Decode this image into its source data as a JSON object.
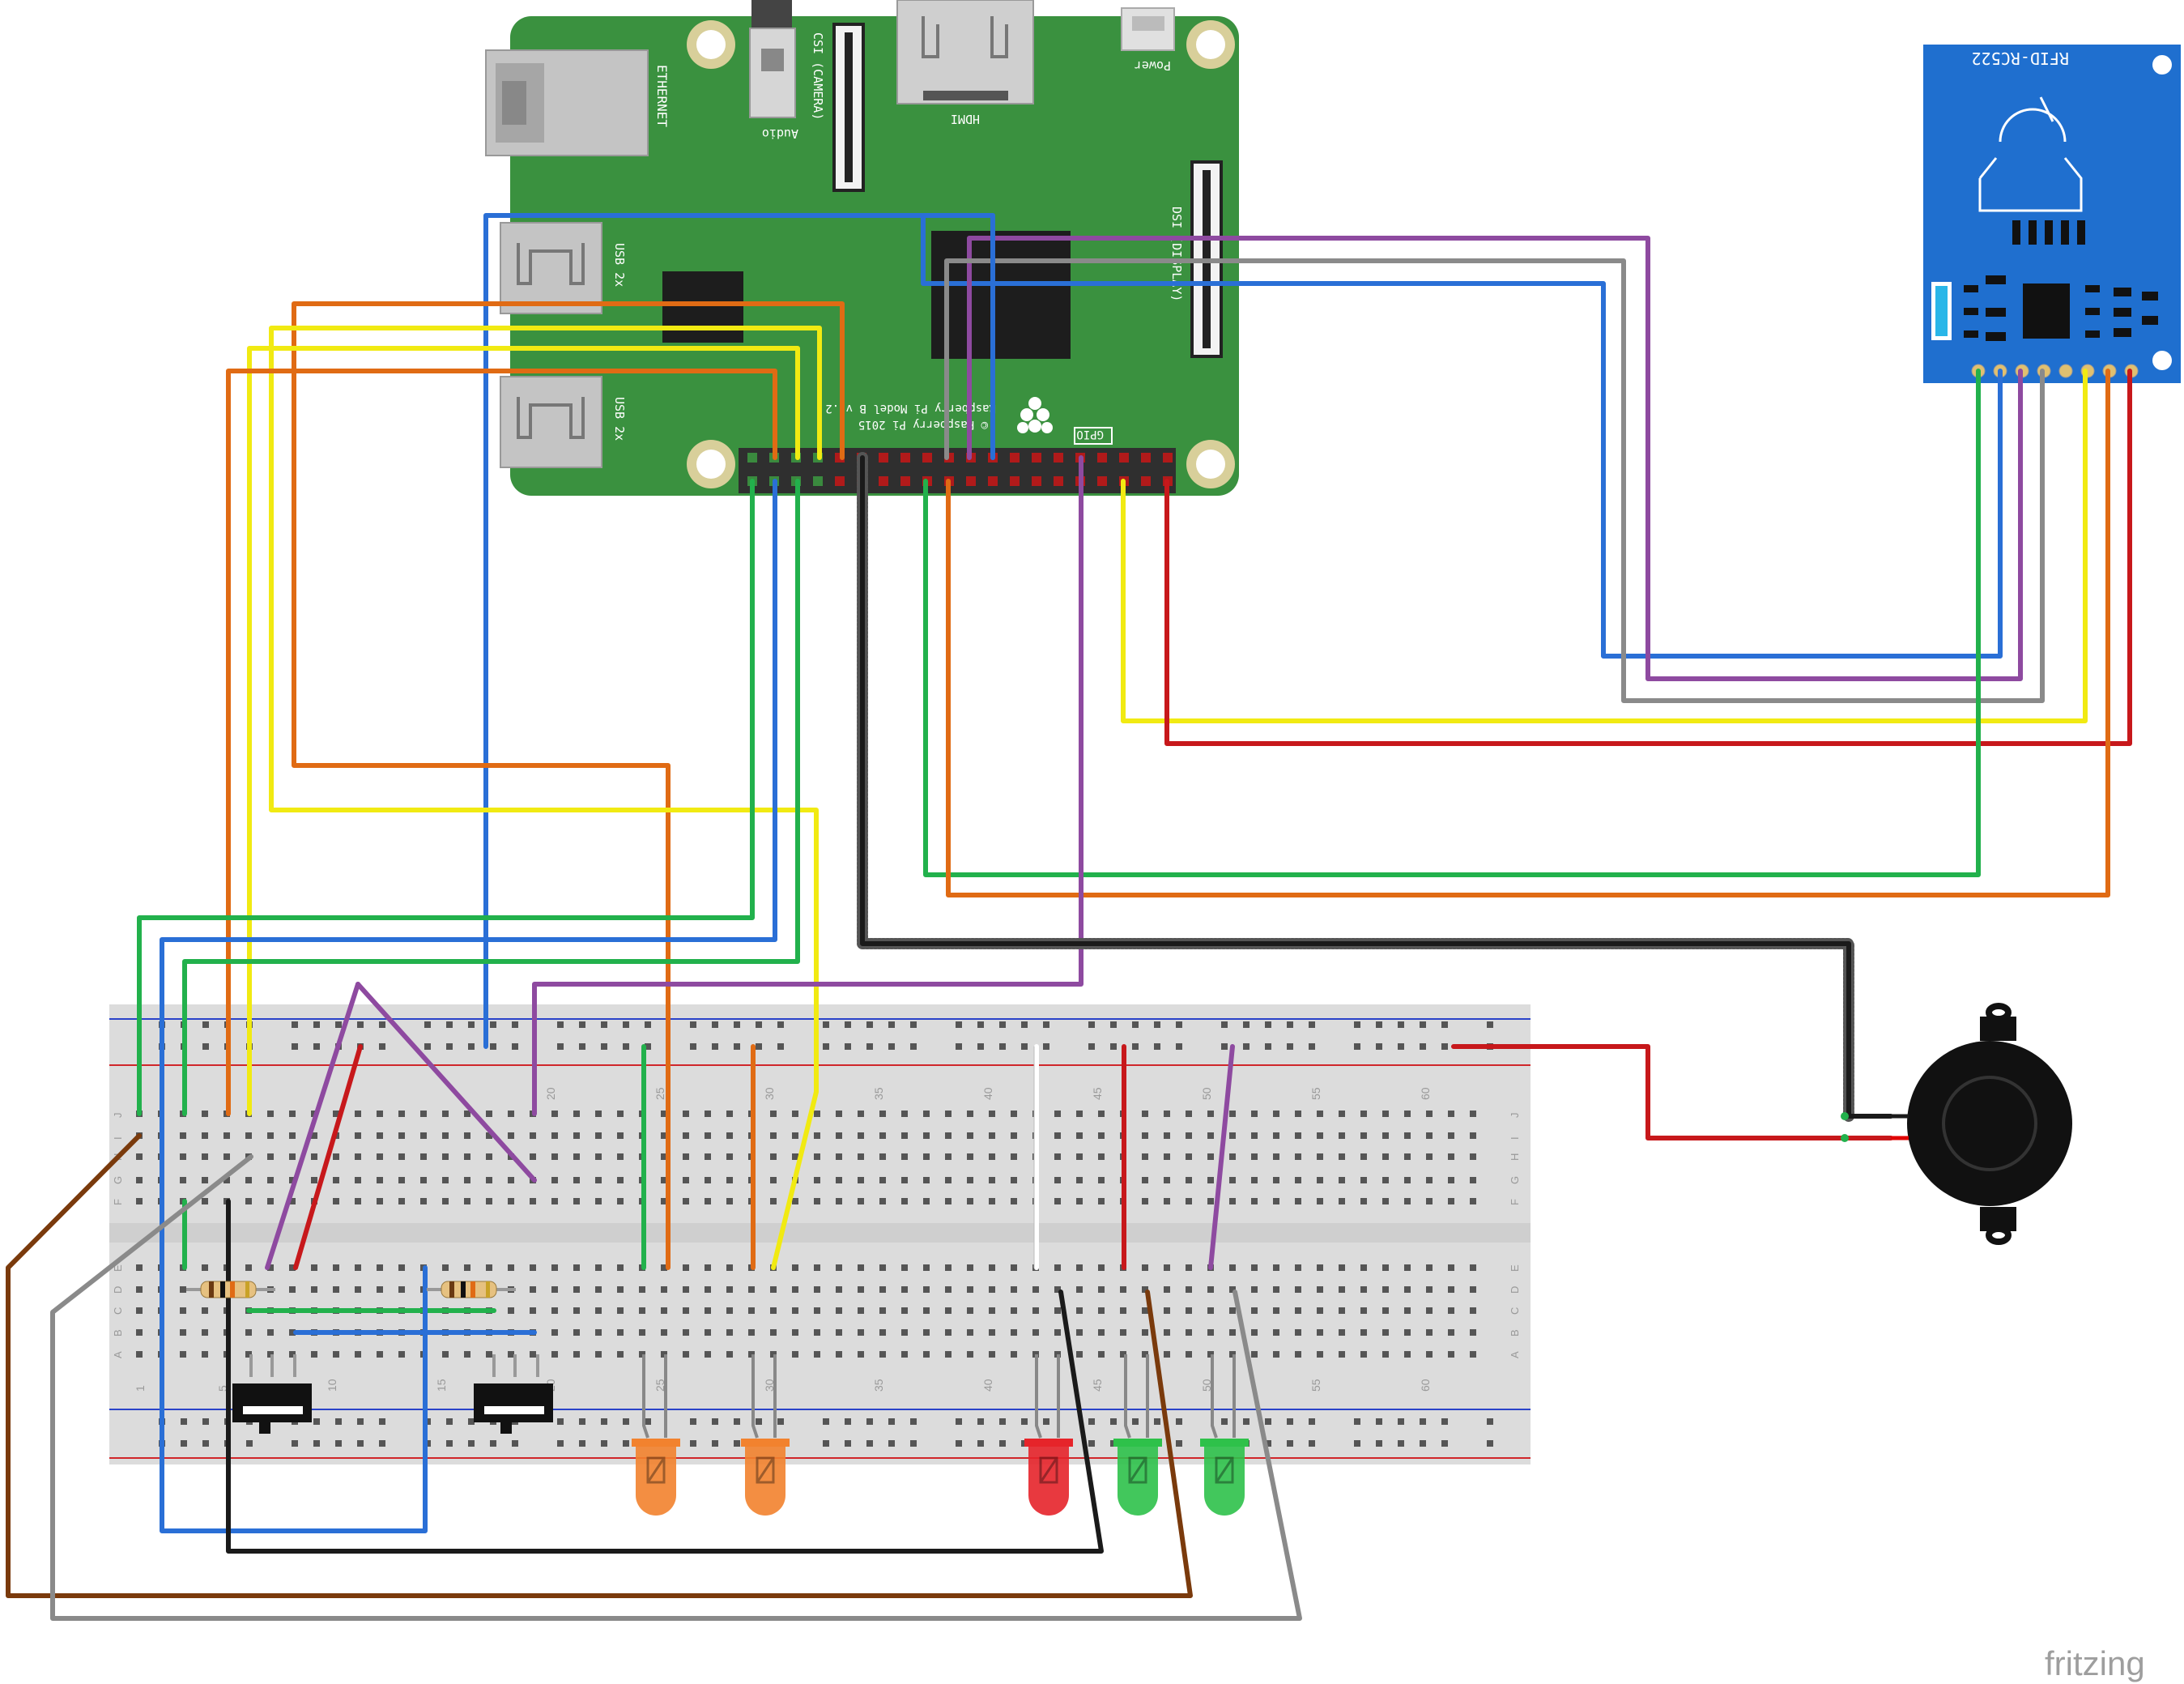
{
  "raspberry_pi": {
    "ethernet": "ETHERNET",
    "audio": "Audio",
    "csi": "CSI (CAMERA)",
    "hdmi": "HDMI",
    "power": "Power",
    "dsi": "DSI (DISPLAY)",
    "usb_top": "USB 2x",
    "usb_bottom": "USB 2x",
    "gpio": "GPIO",
    "model_line": "Raspberry Pi Model B v1.2",
    "copyright_line": "© Raspberry Pi 2015"
  },
  "rfid": {
    "label": "RFID-RC522"
  },
  "breadboard": {
    "top_numbers": [
      "20",
      "25",
      "30",
      "35",
      "40",
      "45",
      "50",
      "55",
      "60"
    ],
    "bottom_numbers": [
      "1",
      "5",
      "10",
      "15",
      "20",
      "25",
      "30",
      "35",
      "40",
      "45",
      "50",
      "55",
      "60"
    ],
    "left_rows_top": [
      "J",
      "I",
      "H",
      "G",
      "F"
    ],
    "left_rows_bottom": [
      "E",
      "D",
      "C",
      "B",
      "A"
    ],
    "right_rows_top": [
      "F",
      "G",
      "H",
      "I",
      "J"
    ],
    "right_rows_bottom": [
      "E",
      "D",
      "C",
      "B",
      "A"
    ]
  },
  "leds": [
    {
      "color": "orange",
      "fill": "#f2822e"
    },
    {
      "color": "orange",
      "fill": "#f2822e"
    },
    {
      "color": "red",
      "fill": "#e6242a"
    },
    {
      "color": "green",
      "fill": "#2ec14a"
    },
    {
      "color": "green",
      "fill": "#2ec14a"
    }
  ],
  "colors": {
    "pcb": "#3a913f",
    "rfid": "#1f6fcf",
    "wire_green": "#22b14c",
    "wire_blue": "#2a6fd6",
    "wire_orange": "#e06b14",
    "wire_yellow": "#f1ea12",
    "wire_purple": "#8e4aa0",
    "wire_gray": "#8a8a8a",
    "wire_red": "#c7181b",
    "wire_black": "#1a1a1a",
    "wire_brown": "#7a3a0c"
  },
  "components": [
    "resistor",
    "resistor",
    "push-button",
    "push-button",
    "piezo-buzzer"
  ],
  "watermark": "fritzing"
}
